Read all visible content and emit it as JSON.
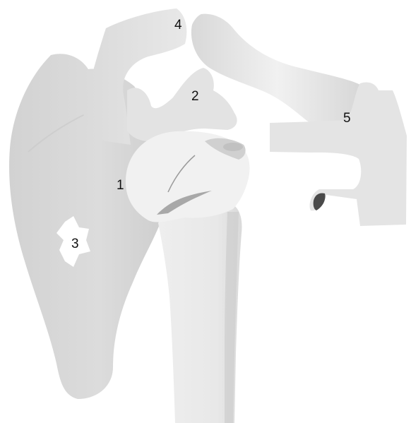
{
  "labels": {
    "one": "1",
    "two": "2",
    "three": "3",
    "four": "4",
    "five": "5"
  },
  "colors": {
    "background": "#ffffff",
    "bone_light": "#ececec",
    "bone_mid": "#dcdcdc",
    "bone_shadow": "#bdbdbd",
    "bone_dark": "#4a4a4a",
    "label_text": "#111111"
  }
}
